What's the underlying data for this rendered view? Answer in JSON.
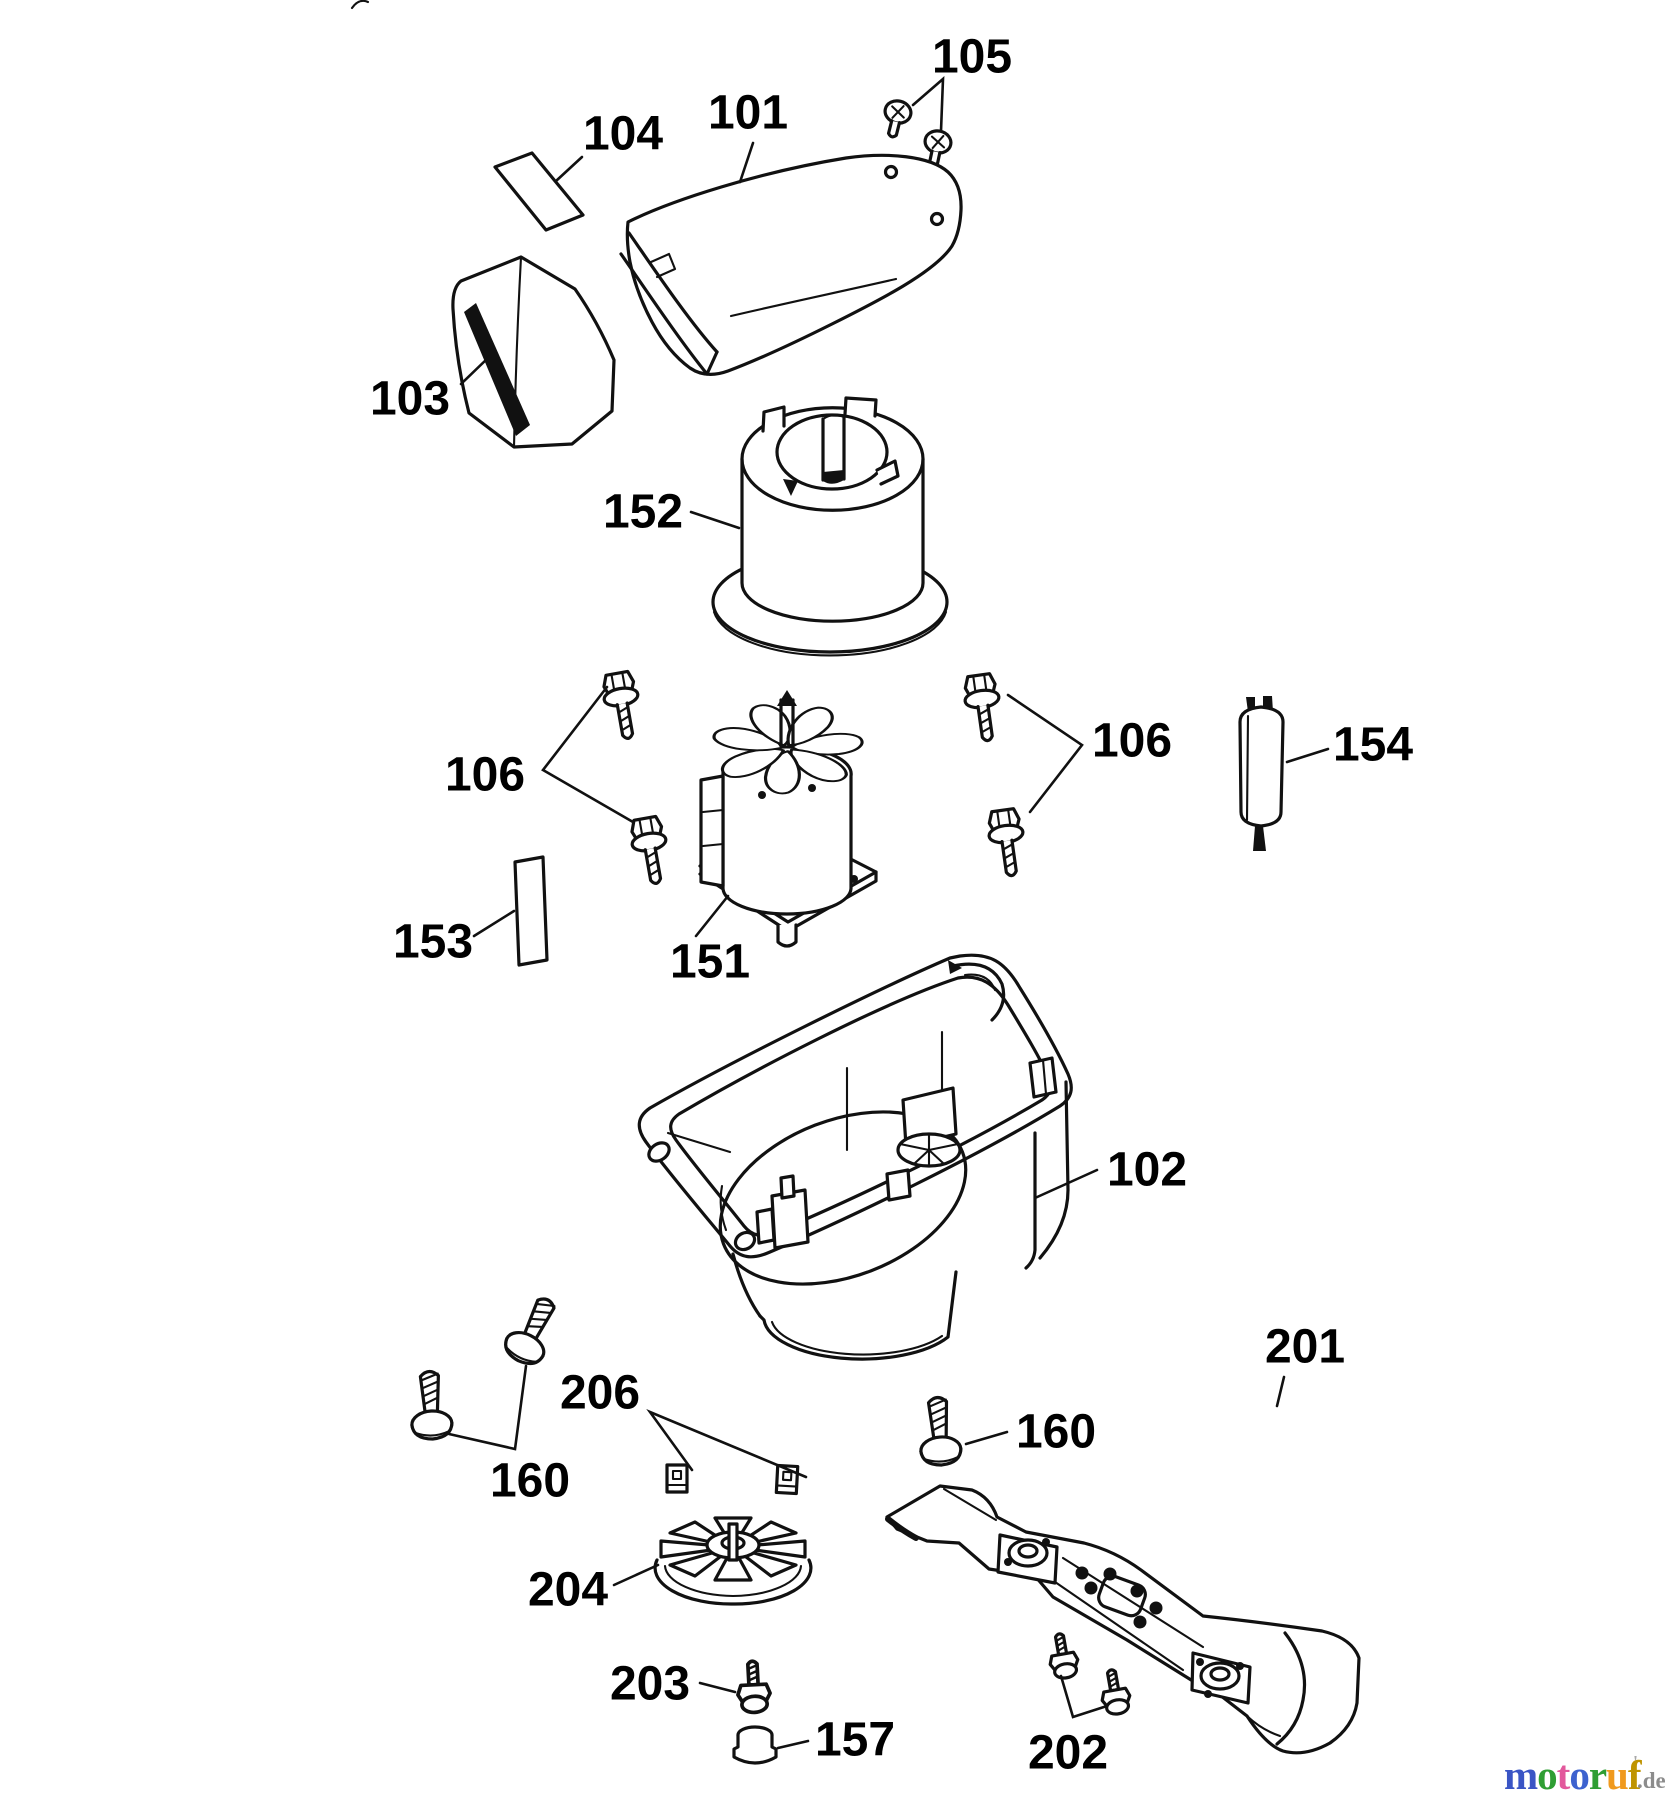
{
  "page": {
    "background": "#ffffff",
    "line_color": "#111111",
    "label_color": "#000000"
  },
  "callouts": {
    "c101": "101",
    "c102": "102",
    "c103": "103",
    "c104": "104",
    "c105": "105",
    "c106_left": "106",
    "c106_right": "106",
    "c151": "151",
    "c152": "152",
    "c153": "153",
    "c154": "154",
    "c157": "157",
    "c160_left": "160",
    "c160_right": "160",
    "c201": "201",
    "c202": "202",
    "c203": "203",
    "c204": "204",
    "c206": "206"
  },
  "watermark": {
    "letters": [
      "m",
      "o",
      "t",
      "o",
      "r",
      "u",
      "f"
    ],
    "letter_colors": [
      "#3a55c5",
      "#2f9e33",
      "#e2589c",
      "#3d62cf",
      "#2f9e33",
      "#f09a1e",
      "#bf9400"
    ],
    "tick": "'",
    "suffix": ".de",
    "suffix_color": "#8c8c8c"
  }
}
